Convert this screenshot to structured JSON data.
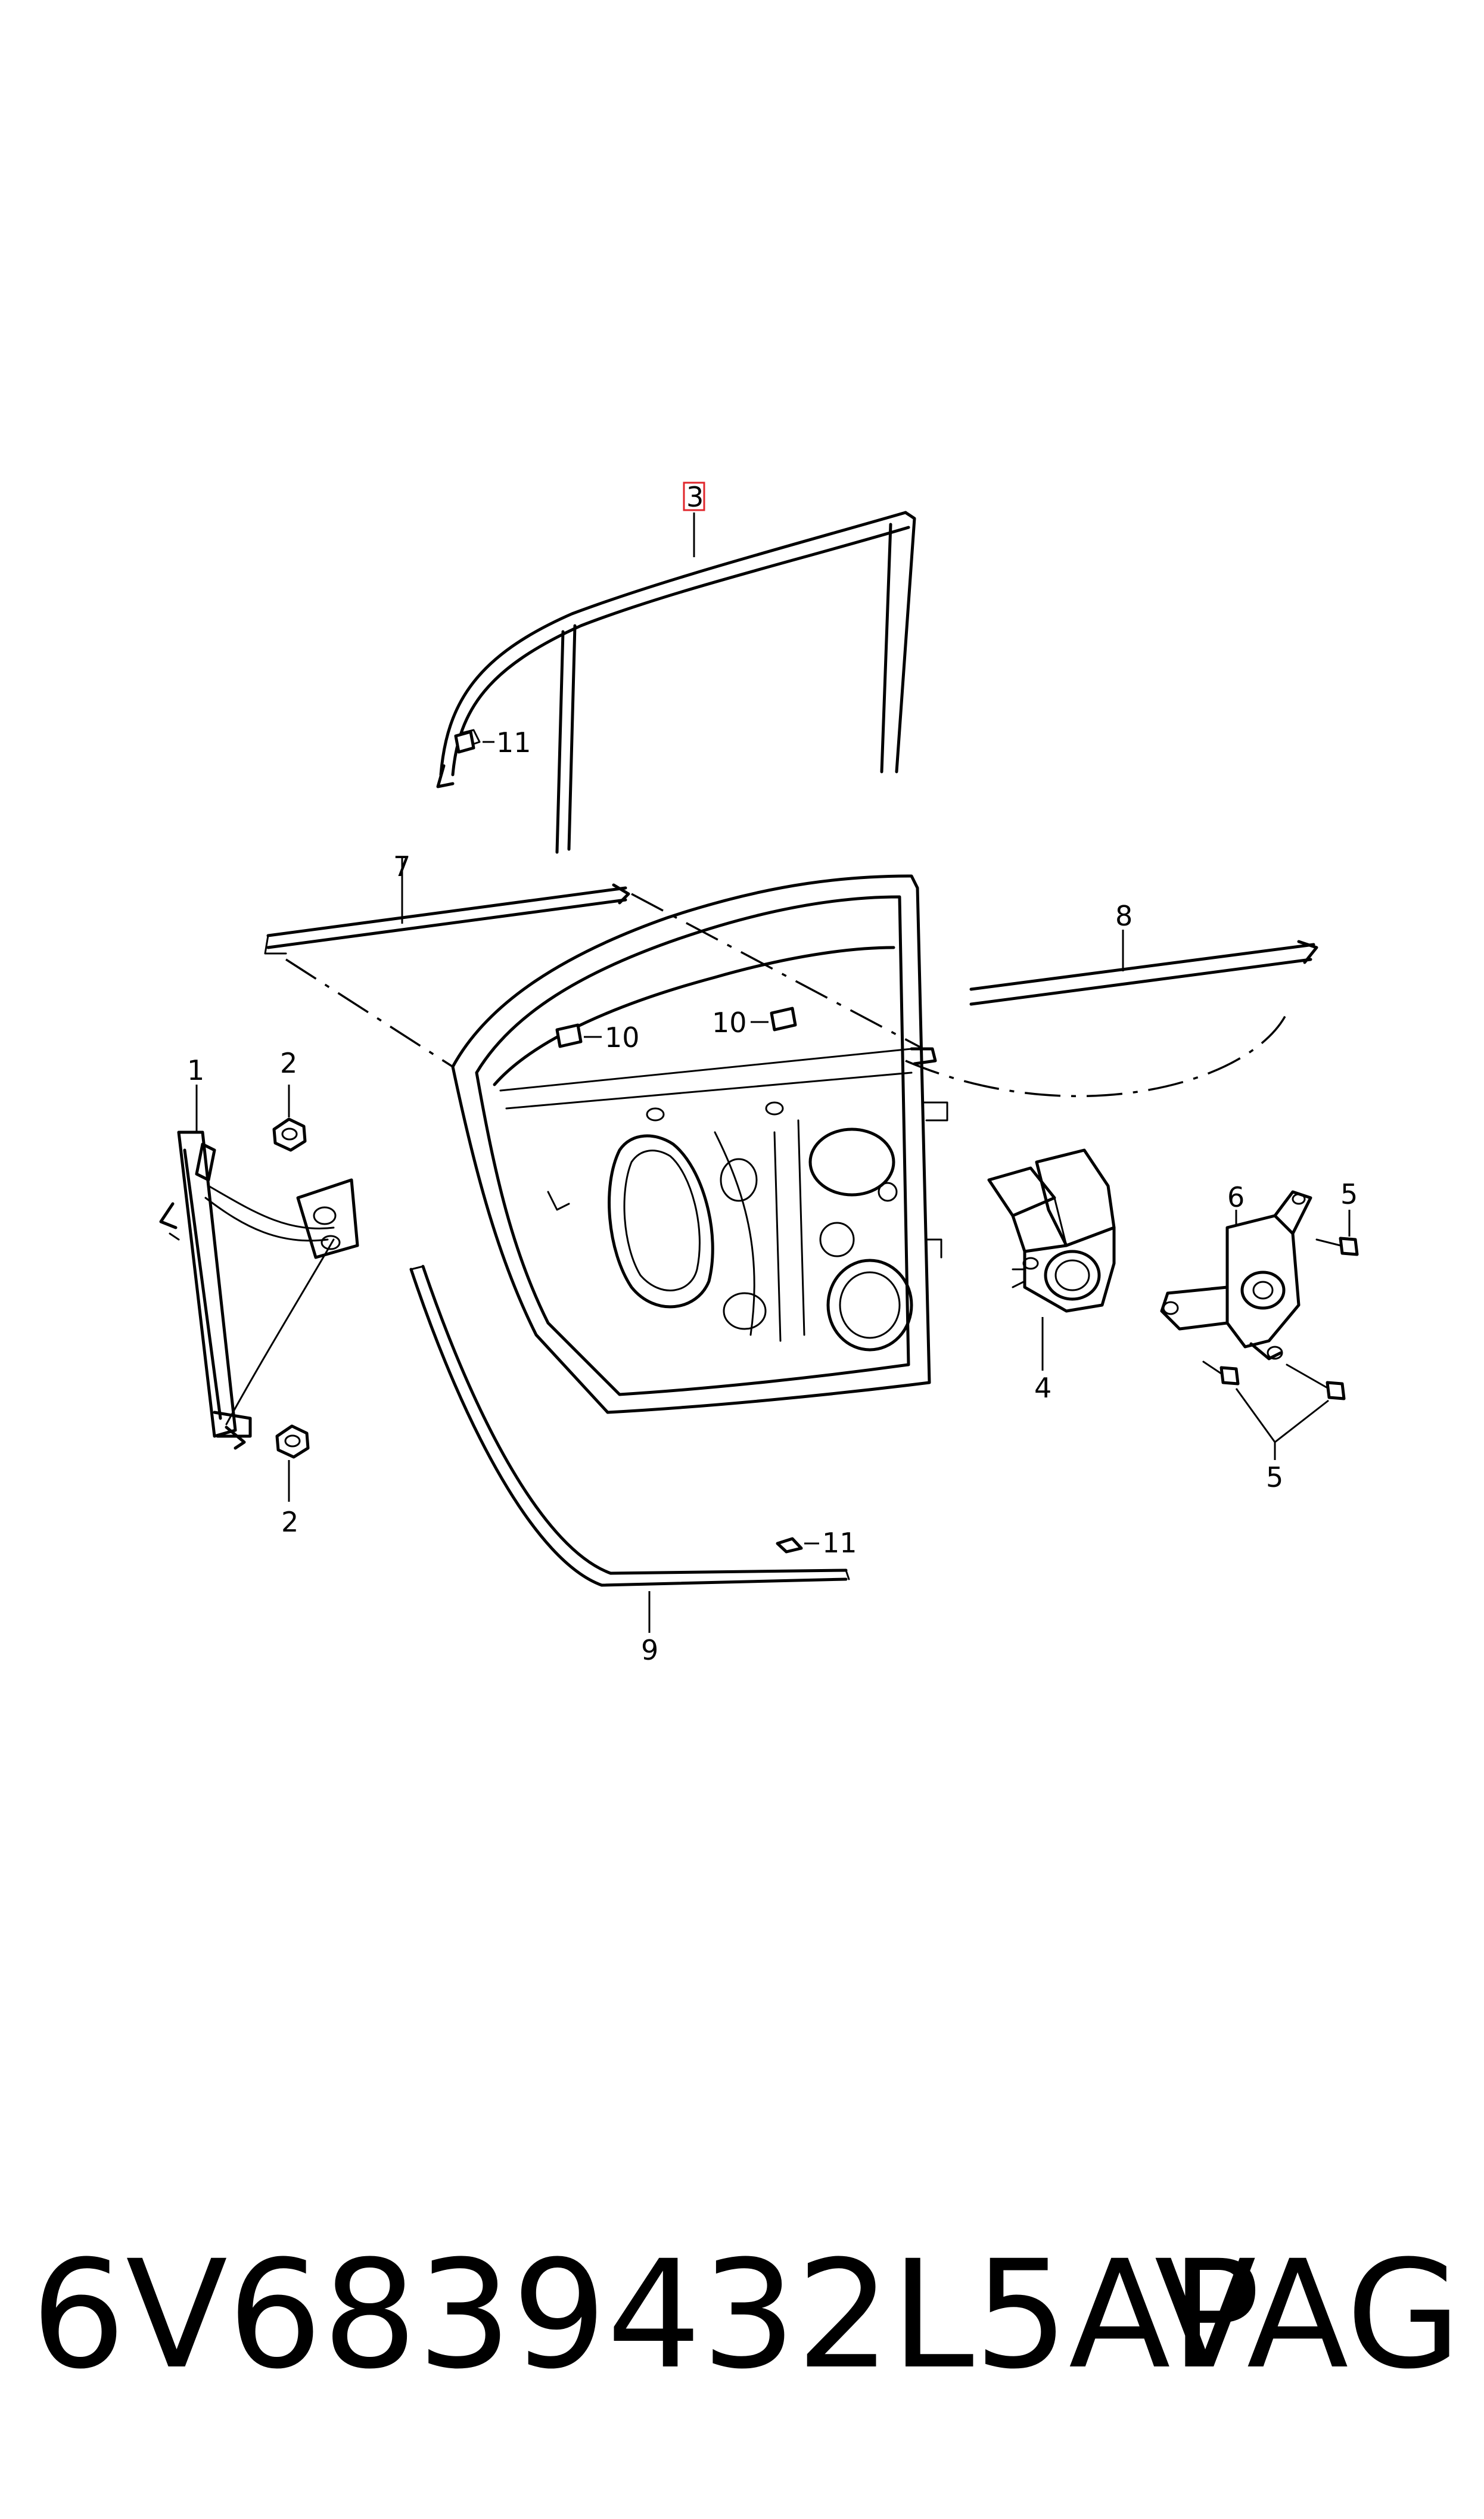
{
  "diagram": {
    "callouts": {
      "c1": "1",
      "c2a": "2",
      "c2b": "2",
      "c3": "3",
      "c4": "4",
      "c5a": "5",
      "c5b": "5",
      "c6": "6",
      "c7": "7",
      "c8": "8",
      "c9": "9",
      "c10a": "10",
      "c10b": "10",
      "c11a": "11",
      "c11b": "11"
    },
    "highlight_color": "#e0262b"
  },
  "footer": {
    "part_number": "6V6839432L5AP",
    "brand": "VAG"
  }
}
